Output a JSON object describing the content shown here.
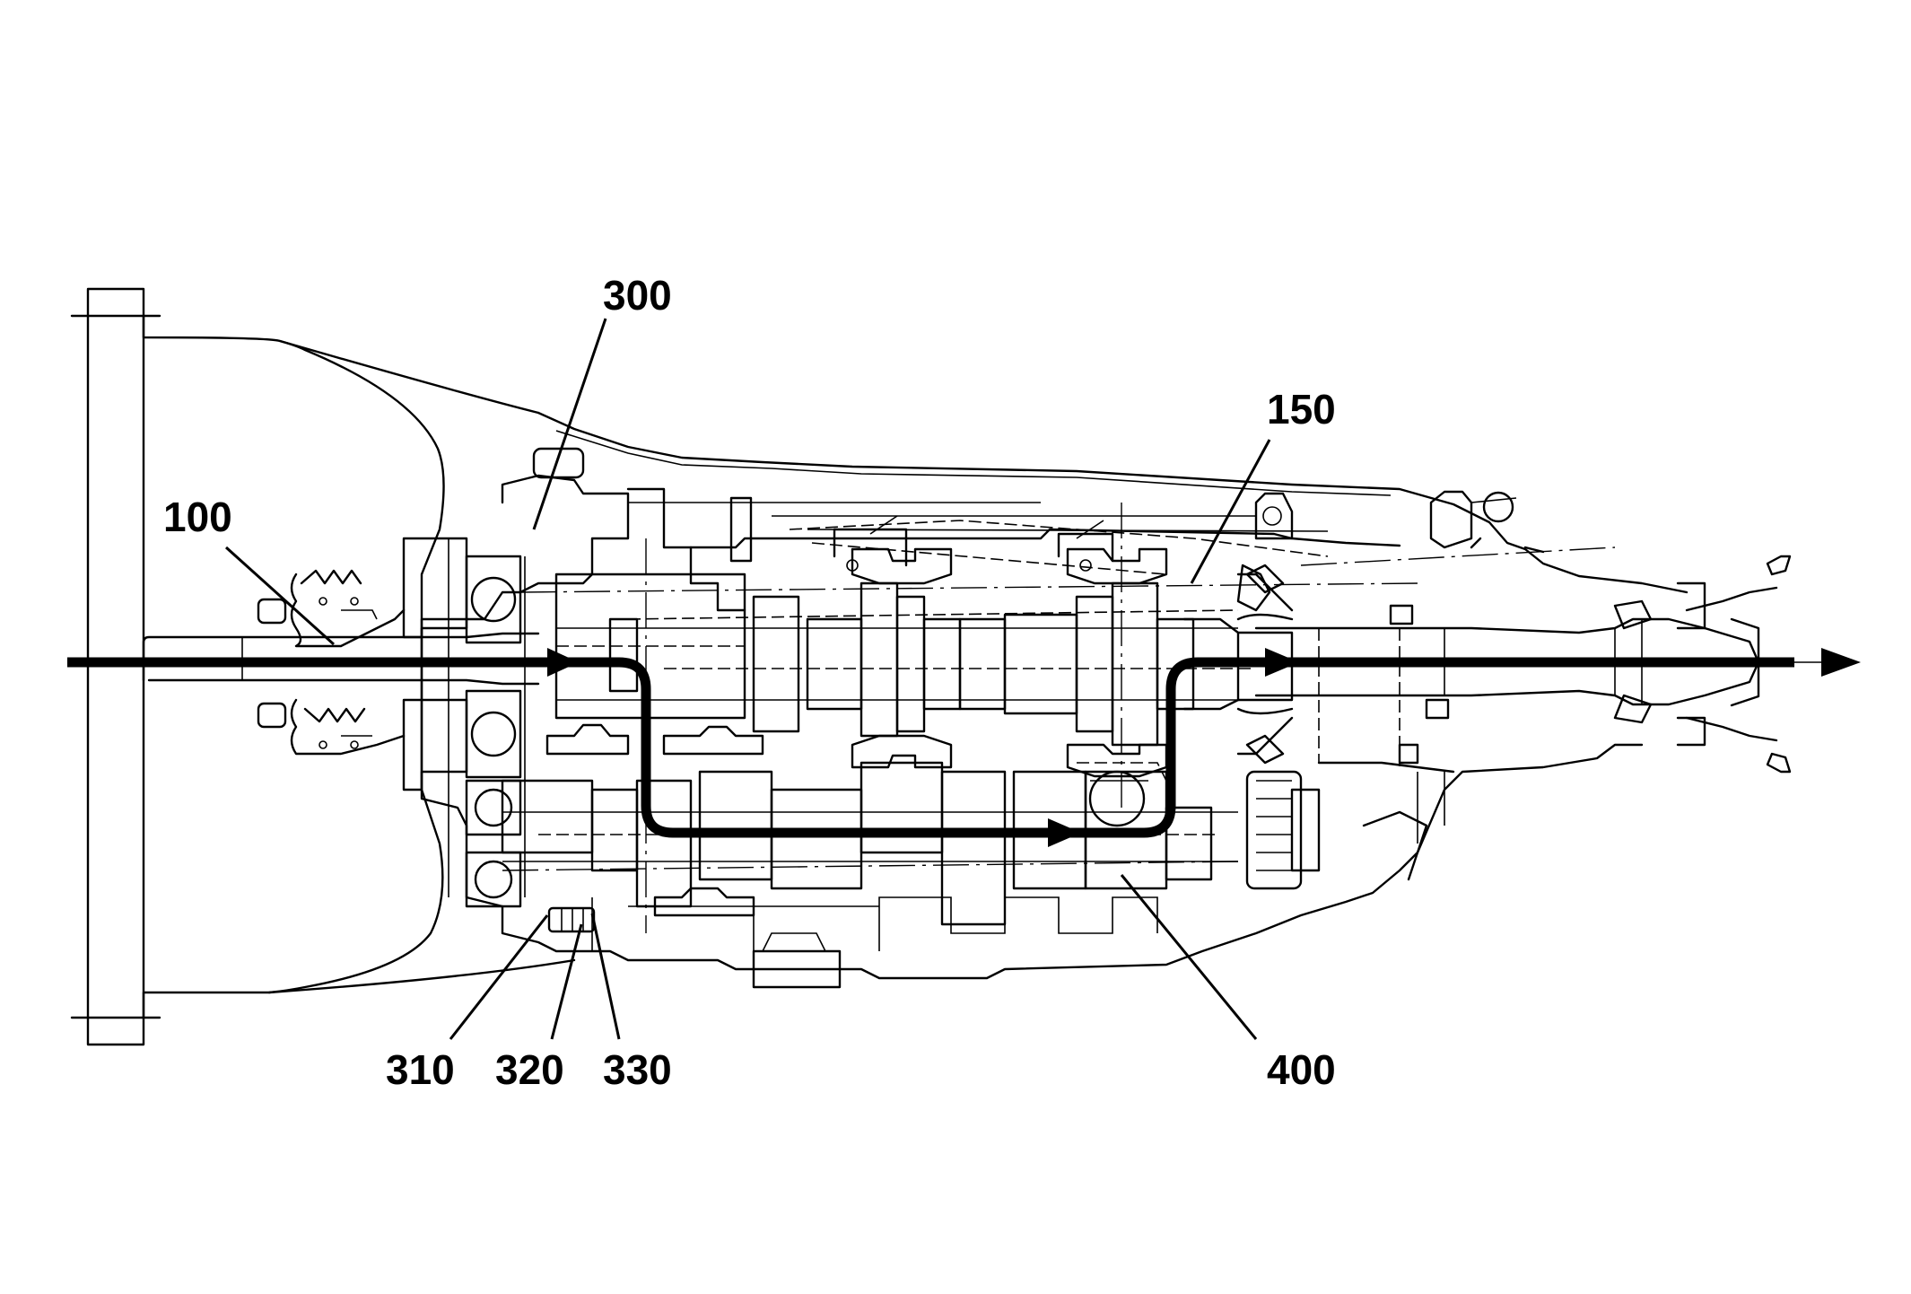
{
  "diagram": {
    "colors": {
      "line": "#000000",
      "background": "#ffffff"
    },
    "callouts": [
      {
        "id": "100",
        "text": "100"
      },
      {
        "id": "150",
        "text": "150"
      },
      {
        "id": "300",
        "text": "300"
      },
      {
        "id": "310",
        "text": "310"
      },
      {
        "id": "320",
        "text": "320"
      },
      {
        "id": "330",
        "text": "330"
      },
      {
        "id": "400",
        "text": "400"
      }
    ]
  }
}
